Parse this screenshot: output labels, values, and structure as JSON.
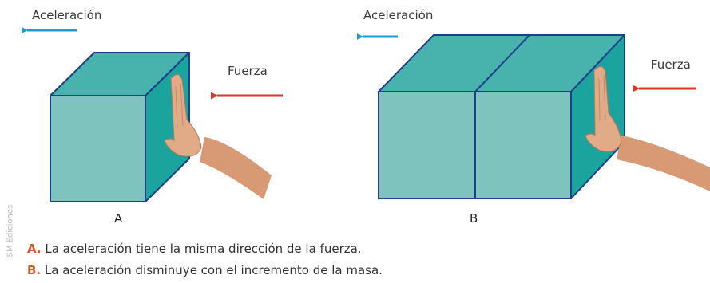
{
  "diagram_a": {
    "acceleration_label": "Aceleración",
    "force_label": "Fuerza",
    "letter": "A"
  },
  "diagram_b": {
    "acceleration_label": "Aceleración",
    "force_label": "Fuerza",
    "letter": "B"
  },
  "captions": [
    {
      "key": "A.",
      "text": " La aceleración tiene la misma dirección de la fuerza."
    },
    {
      "key": "B.",
      "text": " La aceleración disminuye con el incremento de la masa."
    }
  ],
  "credit": "SM Ediciones",
  "colors": {
    "acceleration_arrow": "#1c9ad6",
    "force_arrow": "#e0322b",
    "box_front": "#7fc3bf",
    "box_top": "#48b3ac",
    "box_side": "#1aa49d",
    "edge": "#1e3f8c"
  }
}
